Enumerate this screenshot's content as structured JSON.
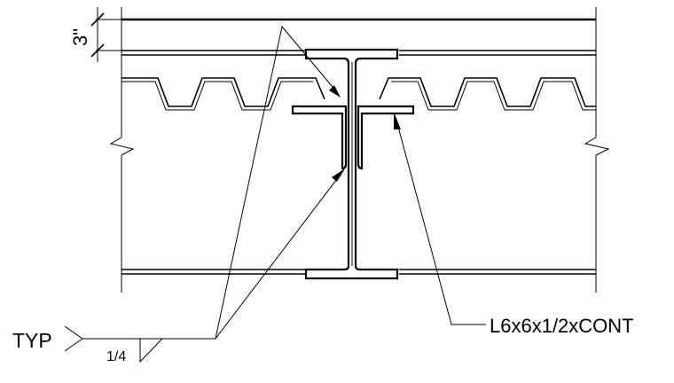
{
  "dimension": {
    "text": "3\""
  },
  "weld_symbol": {
    "tail_note": "TYP",
    "size": "1/4"
  },
  "callouts": {
    "angle": "L6x6x1/2xCONT"
  }
}
